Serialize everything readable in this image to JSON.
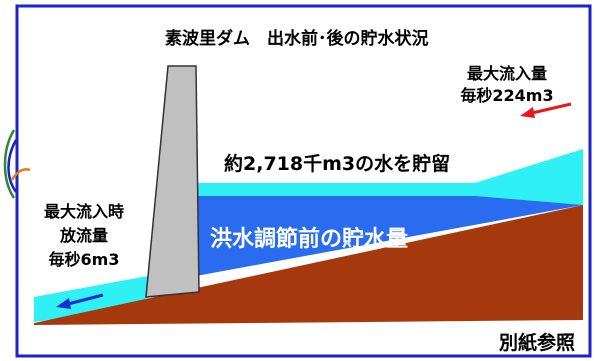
{
  "title": "素波里ダム　出水前･後の貯水状況",
  "inflow": {
    "line1": "最大流入量",
    "line2": "毎秒224m3"
  },
  "storage_added": "約2,718千m3の水を貯留",
  "pre_flood_storage": "洪水調節前の貯水量",
  "outflow": {
    "line1": "最大流入時",
    "line2": "放流量",
    "line3": "毎秒6m3"
  },
  "reference": "別紙参照",
  "colors": {
    "frame": "#1e22c8",
    "dam": "#c0c0c0",
    "ground": "#a5380c",
    "stored_water": "#2a6cf0",
    "added_water": "#2ef0f5",
    "inflow_arrow": "#e8181e",
    "outflow_arrow": "#1d2ccf"
  },
  "icons": [
    "inflow-arrow-icon",
    "outflow-arrow-icon",
    "dam-structure"
  ]
}
